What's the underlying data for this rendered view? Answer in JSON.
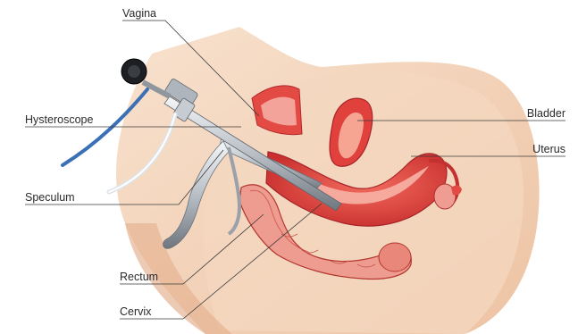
{
  "labels": {
    "vagina": "Vagina",
    "hysteroscope": "Hysteroscope",
    "speculum": "Speculum",
    "rectum": "Rectum",
    "cervix": "Cervix",
    "bladder": "Bladder",
    "uterus": "Uterus"
  },
  "colors": {
    "skin_light": "#f6dcc6",
    "skin_mid": "#eec5a6",
    "skin_shadow": "#e2ad8a",
    "tissue_red": "#e2473f",
    "tissue_dark": "#b8282a",
    "tissue_pink": "#f28a84",
    "rectum_pink": "#ef9a8f",
    "steel_light": "#d9dde2",
    "steel_dark": "#7d848c",
    "cable_blue": "#3b6fb6",
    "cable_white": "#eef1f4"
  }
}
